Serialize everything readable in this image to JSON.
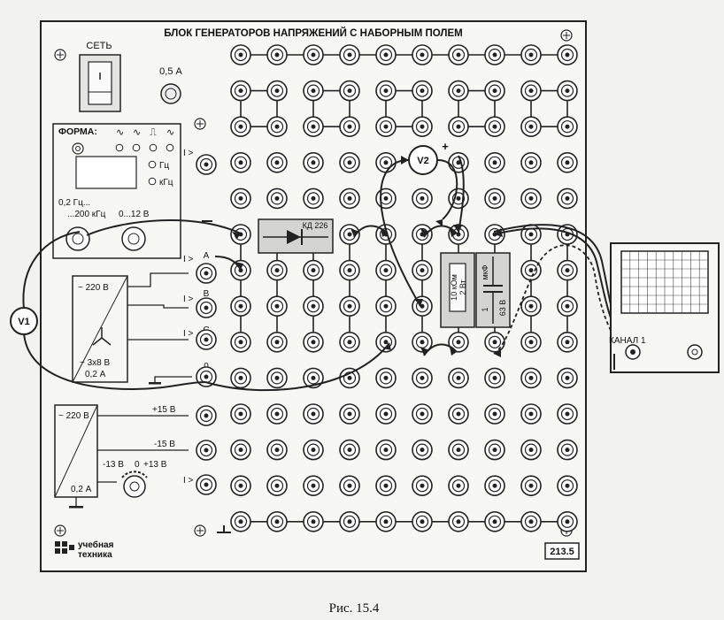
{
  "panel": {
    "title": "БЛОК ГЕНЕРАТОРОВ НАПРЯЖЕНИЙ С НАБОРНЫМ ПОЛЕМ",
    "power_label": "СЕТЬ",
    "fuse_label": "0,5 А",
    "model_code": "213.5",
    "logo_line1": "учебная",
    "logo_line2": "техника"
  },
  "generator": {
    "form_label": "ФОРМА:",
    "form_symbols": [
      "∿",
      "∿",
      "⎍",
      "∿"
    ],
    "hz_label": "Гц",
    "khz_label": "кГц",
    "range1": "0,2 Гц...",
    "range2": "...200 кГц",
    "amp_range": "0...12 В",
    "output_label": "I >"
  },
  "three_phase": {
    "input_label": "~ 220 В",
    "output_label": "~ 3x8 В",
    "current_label": "0,2 А",
    "phases": [
      {
        "name": "A",
        "prefix": "I >"
      },
      {
        "name": "B",
        "prefix": "I >"
      },
      {
        "name": "C",
        "prefix": "I >"
      },
      {
        "name": "0",
        "prefix": ""
      }
    ]
  },
  "dc_supply": {
    "input_label": "~ 220 В",
    "current_label": "0,2 А",
    "plus15": "+15 В",
    "minus15": "-15 В",
    "adj_min": "-13 В",
    "adj_zero": "0",
    "adj_max": "+13 В",
    "output_label": "I >"
  },
  "components": {
    "diode_label": "КД 226",
    "resistor_value": "10 кОм",
    "resistor_power": "2 Вт",
    "capacitor_unit": "мкФ",
    "capacitor_value": "1",
    "capacitor_voltage": "63 В"
  },
  "instruments": {
    "v1": "V1",
    "v2": "V2",
    "v2_polarity": "+",
    "scope_channel": "КАНАЛ 1"
  },
  "caption": "Рис. 15.4"
}
